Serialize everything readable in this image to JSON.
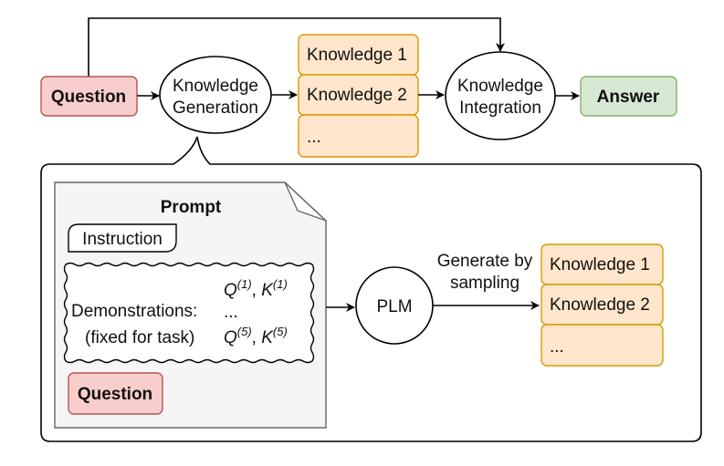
{
  "top_flow": {
    "question": "Question",
    "knowledge_generation": [
      "Knowledge",
      "Generation"
    ],
    "knowledge_items": [
      "Knowledge 1",
      "Knowledge 2",
      "..."
    ],
    "knowledge_integration": [
      "Knowledge",
      "Integration"
    ],
    "answer": "Answer"
  },
  "detail": {
    "prompt_title": "Prompt",
    "instruction": "Instruction",
    "demonstrations_label": "Demonstrations:",
    "demonstrations_note": "(fixed for task)",
    "demo_first": {
      "q": "Q",
      "q_sup": "(1)",
      "k": "K",
      "k_sup": "(1)"
    },
    "demo_ellipsis": "...",
    "demo_last": {
      "q": "Q",
      "q_sup": "(5)",
      "k": "K",
      "k_sup": "(5)"
    },
    "question": "Question",
    "plm": "PLM",
    "arrow_label": [
      "Generate by",
      "sampling"
    ],
    "knowledge_items": [
      "Knowledge 1",
      "Knowledge 2",
      "..."
    ]
  },
  "colors": {
    "question_fill": "#f8cecc",
    "question_stroke": "#b85450",
    "knowledge_fill": "#ffe6cc",
    "knowledge_stroke": "#d79b00",
    "answer_fill": "#d5e8d4",
    "answer_stroke": "#82b366",
    "prompt_fill": "#f5f5f5",
    "prompt_stroke": "#666666"
  }
}
